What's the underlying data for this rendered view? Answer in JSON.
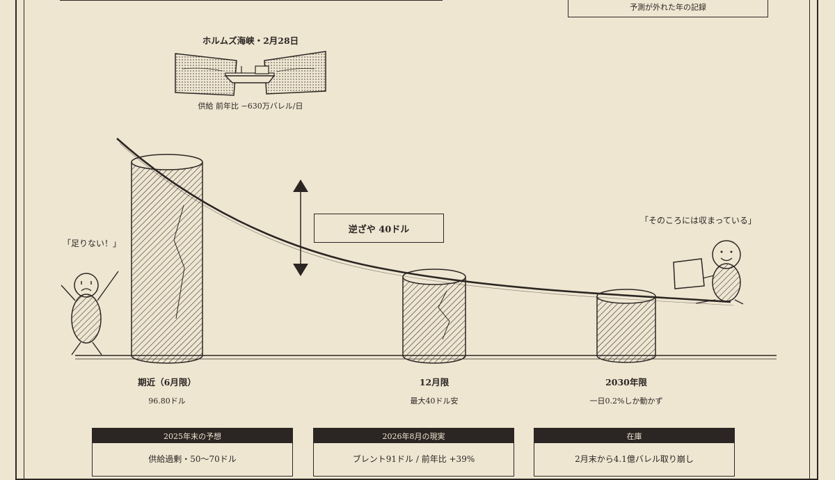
{
  "header": {
    "subtitle": "予測が外れた年の記録"
  },
  "strait": {
    "title": "ホルムズ海峡・2月28日",
    "caption": "供給 前年比 −630万バレル/日"
  },
  "spread_label": "逆ざや 40ドル",
  "quotes": {
    "left": "「足りない！」",
    "right": "「そのころには収まっている」"
  },
  "bars": [
    {
      "label": "期近（6月限）",
      "sub": "96.80ドル"
    },
    {
      "label": "12月限",
      "sub": "最大40ドル安"
    },
    {
      "label": "2030年限",
      "sub": "一日0.2%しか動かず"
    }
  ],
  "cards": [
    {
      "head": "2025年末の予想",
      "body": "供給過剰・50〜70ドル"
    },
    {
      "head": "2026年8月の現実",
      "body": "ブレント91ドル / 前年比 +39%"
    },
    {
      "head": "在庫",
      "body": "2月末から4.1億バレル取り崩し"
    }
  ],
  "colors": {
    "ink": "#2b2623",
    "paper": "#efe6d2"
  },
  "icons": [
    "strait-ship-icon",
    "up-down-arrow-icon",
    "worried-figure-icon",
    "relaxed-figure-icon"
  ]
}
